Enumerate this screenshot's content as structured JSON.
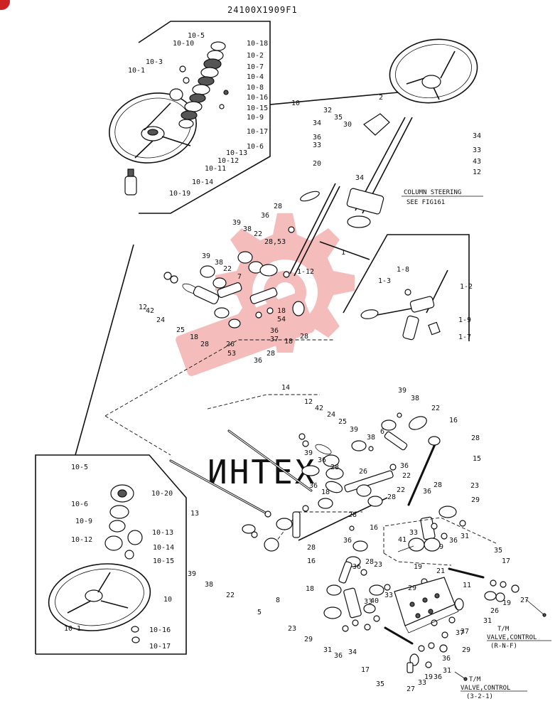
{
  "drawing_number": "24100X1909F1",
  "watermark_text": "ИНТЕХ",
  "notes": {
    "column_steering": "COLUMN STEERING",
    "see_fig": "SEE FIG161",
    "tm_valve_1": "T/M",
    "valve_control_1": "VALVE,CONTROL",
    "range_1": "(R-N-F)",
    "tm_valve_2": "T/M",
    "valve_control_2": "VALVE,CONTROL",
    "range_2": "(3-2-1)"
  },
  "callouts": [
    "10-18",
    "10-2",
    "10-7",
    "10-4",
    "10-8",
    "10-16",
    "10-15",
    "10-9",
    "10-17",
    "10-6",
    "10-13",
    "10-12",
    "10-11",
    "10-14",
    "10-19",
    "10-1",
    "10-3",
    "10-10",
    "10-5",
    "10",
    "2",
    "32",
    "35",
    "30",
    "34",
    "36",
    "33",
    "20",
    "34",
    "34",
    "33",
    "43",
    "12",
    "28",
    "36",
    "39",
    "38",
    "22",
    "28,53",
    "39",
    "38",
    "22",
    "7",
    "1",
    "1-12",
    "1-8",
    "1-2",
    "1-3",
    "1-9",
    "1-7",
    "12",
    "42",
    "24",
    "25",
    "18",
    "28",
    "26",
    "53",
    "18",
    "54",
    "36",
    "37",
    "28",
    "18",
    "28",
    "36",
    "14",
    "39",
    "38",
    "22",
    "16",
    "12",
    "42",
    "24",
    "25",
    "39",
    "38",
    "6",
    "28",
    "15",
    "39",
    "36",
    "36",
    "22",
    "28",
    "18",
    "22",
    "28",
    "36",
    "26",
    "28",
    "36",
    "23",
    "29",
    "28",
    "36",
    "16",
    "31",
    "36",
    "13",
    "33",
    "41",
    "9",
    "28",
    "16",
    "36",
    "23",
    "19",
    "35",
    "17",
    "28",
    "21",
    "18",
    "40",
    "29",
    "11",
    "33",
    "37",
    "36",
    "19",
    "27",
    "8",
    "23",
    "33",
    "26",
    "31",
    "29",
    "31",
    "36",
    "34",
    "37",
    "17",
    "35",
    "29",
    "36",
    "19",
    "27",
    "33",
    "31",
    "39",
    "38",
    "22",
    "5",
    "10-5",
    "10-20",
    "10-6",
    "10-9",
    "10-13",
    "10-12",
    "10-14",
    "10-15",
    "10",
    "10-1",
    "10-16",
    "10-17"
  ]
}
